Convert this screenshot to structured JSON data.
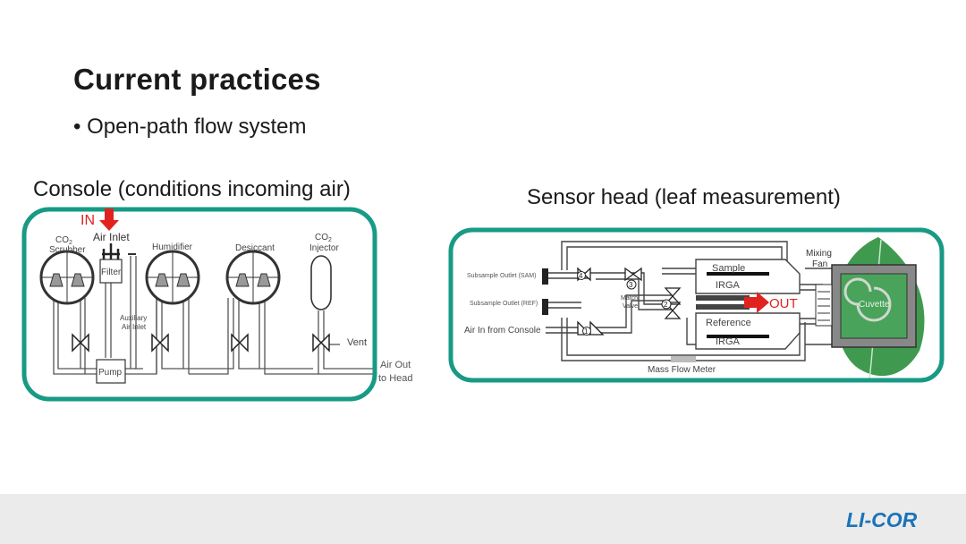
{
  "slide": {
    "title": "Current practices",
    "bullet": "• Open-path flow system",
    "console_caption": "Console (conditions incoming air)",
    "head_caption": "Sensor head (leaf measurement)"
  },
  "console": {
    "in_label": "IN",
    "co2_scrubber_1": "CO",
    "co2_scrubber_sub": "2",
    "co2_scrubber_2": "Scrubber",
    "air_inlet": "Air Inlet",
    "filter": "Filter",
    "humidifier": "Humidifier",
    "desiccant": "Desiccant",
    "co2_injector_1": "CO",
    "co2_injector_sub": "2",
    "co2_injector_2": "Injector",
    "auxiliary_1": "Auxiliary",
    "auxiliary_2": "Air Inlet",
    "vent": "Vent",
    "pump": "Pump",
    "air_out_1": "Air Out",
    "air_out_2": "to Head"
  },
  "head": {
    "subsample_sam": "Subsample Outlet (SAM)",
    "subsample_ref": "Subsample Outlet (REF)",
    "air_in": "Air In from Console",
    "valve_1": "1",
    "valve_2": "2",
    "valve_3": "3",
    "valve_4": "4",
    "match_1": "Match",
    "match_2": "Valve",
    "sample": "Sample",
    "irga_1": "IRGA",
    "reference": "Reference",
    "irga_2": "IRGA",
    "out_label": "OUT",
    "mixing_1": "Mixing",
    "mixing_2": "Fan",
    "cuvette": "Cuvette",
    "mass_flow": "Mass Flow Meter"
  },
  "colors": {
    "teal": "#179a86",
    "red": "#e0231f",
    "leaf": "#3f9a4f",
    "logo": "#1a73b8",
    "footer": "#ebebeb"
  },
  "logo": {
    "text": "LI-COR"
  }
}
